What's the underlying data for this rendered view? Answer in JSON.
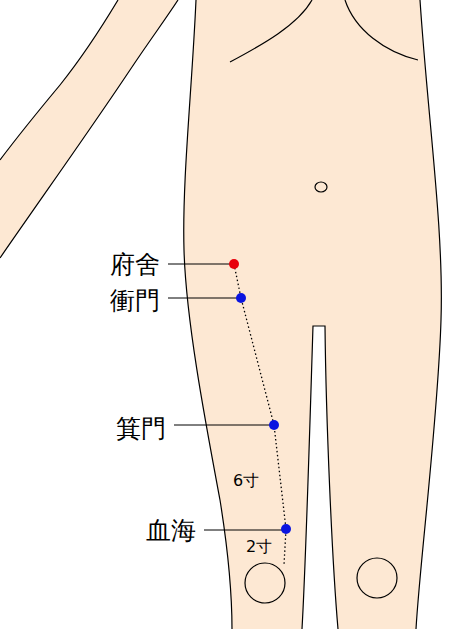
{
  "diagram": {
    "labels": [
      "府舍",
      "衝門",
      "箕門",
      "血海",
      "6寸",
      "2寸"
    ]
  }
}
